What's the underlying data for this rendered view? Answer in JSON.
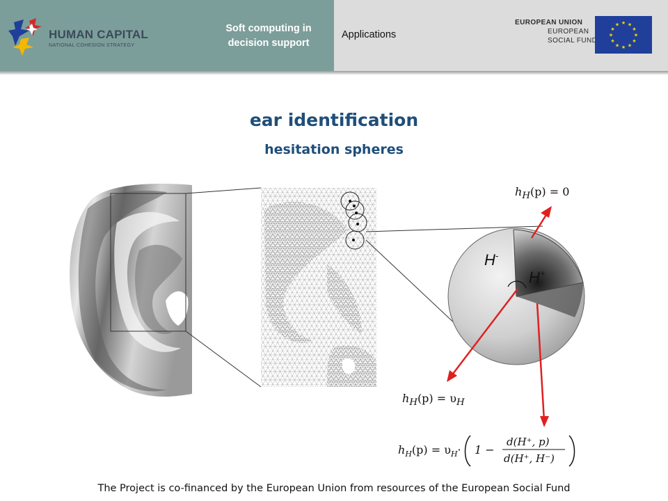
{
  "header": {
    "logo_title": "HUMAN CAPITAL",
    "logo_subtitle": "NATIONAL COHESION STRATEGY",
    "course_title_line1": "Soft computing in",
    "course_title_line2": "decision support",
    "section": "Applications",
    "eu_line1": "EUROPEAN UNION",
    "eu_line2": "EUROPEAN",
    "eu_line3": "SOCIAL FUND",
    "colors": {
      "left_band": "#7c9e9a",
      "right_band": "#dcdcdc",
      "eu_flag_blue": "#1f3f9a",
      "eu_flag_stars": "#ffd700"
    },
    "icons": [
      "human-capital-logo-icon",
      "eu-flag-icon"
    ]
  },
  "slide": {
    "title": "ear identification",
    "subtitle": "hesitation spheres",
    "title_color": "#1f4e79"
  },
  "diagram": {
    "label_h_minus": "H",
    "label_h_minus_sup": "-",
    "label_h_plus": "H",
    "label_h_plus_sup": "+",
    "arrow_color": "#e02020",
    "formula_top": {
      "lhs": "h",
      "lhs_sub": "H",
      "arg": "(p)",
      "eq": "= 0"
    },
    "formula_mid": {
      "lhs": "h",
      "lhs_sub": "H",
      "arg": "(p)",
      "eq": "= υ",
      "rhs_sub": "H"
    },
    "formula_bot": {
      "lhs": "h",
      "lhs_sub": "H",
      "arg": "(p)",
      "eq": "= υ",
      "rhs_sub": "H",
      "dot": "·",
      "one_minus": "1 −",
      "numerator": "d(H⁺, p)",
      "denominator": "d(H⁺, H⁻)"
    }
  },
  "footer": {
    "text": "The Project is co-financed by the European Union from resources of the European Social Fund"
  }
}
